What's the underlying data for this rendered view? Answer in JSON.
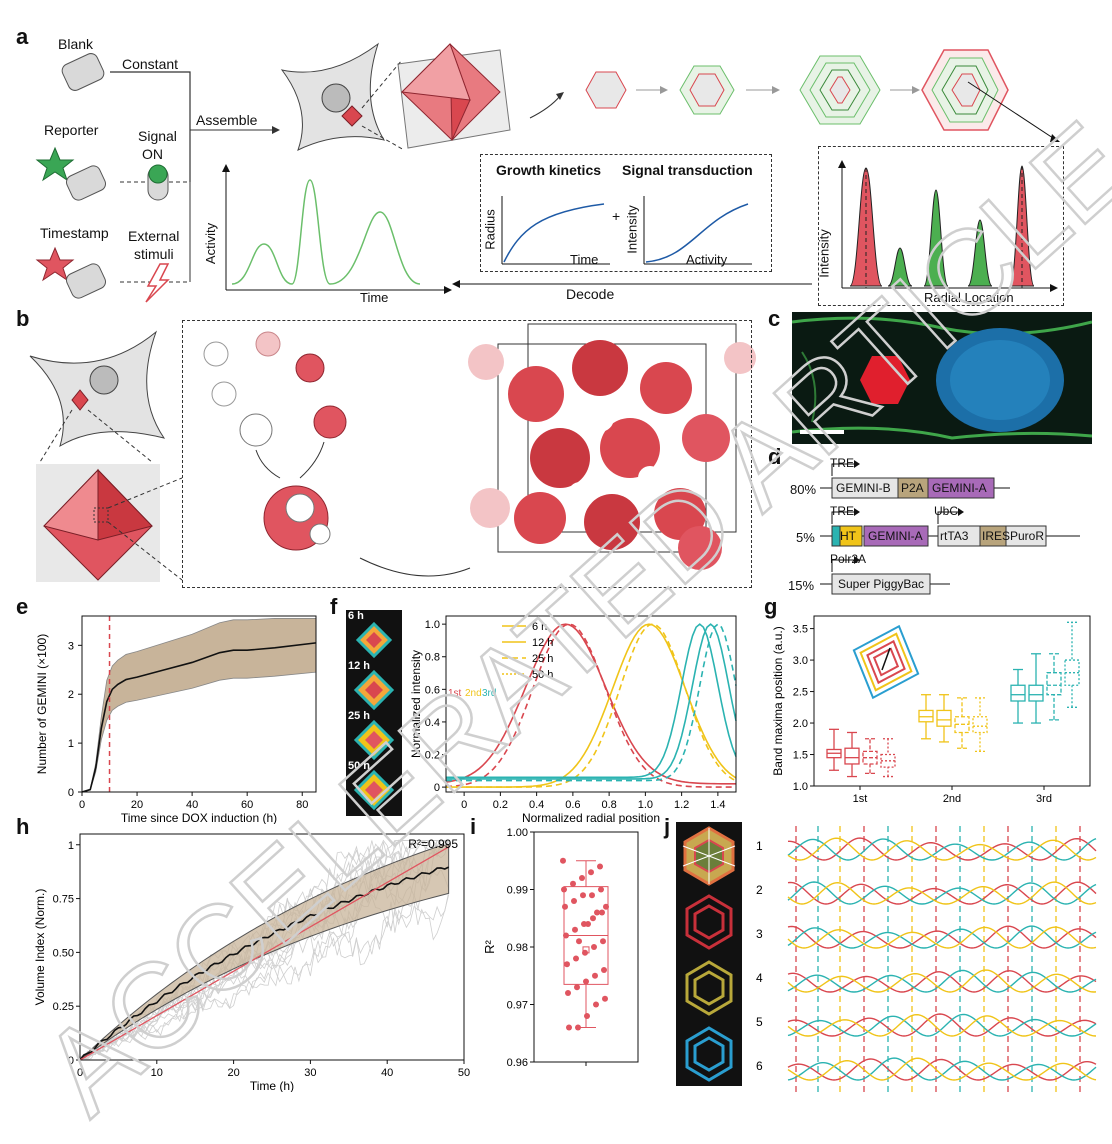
{
  "panel_labels": {
    "a": "a",
    "b": "b",
    "c": "c",
    "d": "d",
    "e": "e",
    "f": "f",
    "g": "g",
    "h": "h",
    "i": "i",
    "j": "j"
  },
  "panel_a": {
    "blank": "Blank",
    "reporter": "Reporter",
    "timestamp": "Timestamp",
    "constant": "Constant",
    "signal_on_1": "Signal",
    "signal_on_2": "ON",
    "external_1": "External",
    "external_2": "stimuli",
    "assemble": "Assemble",
    "decode": "Decode",
    "growth_kinetics": "Growth kinetics",
    "signal_transduction": "Signal transduction",
    "plus": "+",
    "radius": "Radius",
    "time": "Time",
    "intensity": "Intensity",
    "activity": "Activity",
    "activity_axis": "Activity",
    "time_axis": "Time",
    "radial_location": "Radial Location",
    "intensity_axis": "Intensity"
  },
  "panel_d": {
    "rows": [
      {
        "pct": "80%",
        "promoter": "TRE",
        "parts": [
          "GEMINI-B",
          "P2A",
          "GEMINI-A"
        ]
      },
      {
        "pct": "5%",
        "promoter": "TRE",
        "parts": [
          "HT",
          "GEMINI-A",
          "rtTA3",
          "IRES",
          "PuroR"
        ],
        "promoter2": "UbC"
      },
      {
        "pct": "15%",
        "promoter": "Polr2A",
        "parts": [
          "Super PiggyBac"
        ]
      }
    ]
  },
  "colors": {
    "red": "#d9474f",
    "green": "#4caf50",
    "yellow": "#f0c419",
    "teal": "#2bb3b1",
    "tan": "#c8b49a"
  },
  "panel_e": {
    "xlabel": "Time since DOX induction (h)",
    "ylabel": "Number of GEMINI (×100)",
    "xticks": [
      "0",
      "20",
      "40",
      "60",
      "80"
    ],
    "yticks": [
      "0",
      "1",
      "2",
      "3"
    ]
  },
  "panel_f": {
    "time_labels": [
      "6 h",
      "12 h",
      "25 h",
      "50 h"
    ],
    "legend": [
      "6 h",
      "12 h",
      "25 h",
      "50 h"
    ],
    "order_labels": [
      "1st",
      "2nd",
      "3rd"
    ],
    "xlabel": "Normalized radial position",
    "ylabel": "Normalized intensity",
    "xticks": [
      "0",
      "0.2",
      "0.4",
      "0.6",
      "0.8",
      "1.0",
      "1.2",
      "1.4"
    ],
    "yticks": [
      "0",
      "0.2",
      "0.4",
      "0.6",
      "0.8",
      "1.0"
    ]
  },
  "panel_g": {
    "ylabel": "Band maxima position (a.u.)",
    "xticks": [
      "1st",
      "2nd",
      "3rd"
    ],
    "yticks": [
      "1.0",
      "1.5",
      "2.0",
      "2.5",
      "3.0",
      "3.5"
    ]
  },
  "panel_h": {
    "xlabel": "Time (h)",
    "ylabel": "Volume Index (Norm.)",
    "r2": "R²=0.995",
    "xticks": [
      "0",
      "10",
      "20",
      "30",
      "40",
      "50"
    ],
    "yticks": [
      "0",
      "0.25",
      "0.50",
      "0.75",
      "1"
    ]
  },
  "panel_i": {
    "ylabel": "R²",
    "yticks": [
      "0.96",
      "0.97",
      "0.98",
      "0.99",
      "1.00"
    ]
  },
  "panel_j": {
    "rows": [
      "1",
      "2",
      "3",
      "4",
      "5",
      "6"
    ]
  },
  "watermark": "ACCELERATED ARTICLE PREVIEW",
  "chart_data": [
    {
      "type": "line",
      "panel": "e",
      "title": "",
      "xlabel": "Time since DOX induction (h)",
      "ylabel": "Number of GEMINI (×100)",
      "xlim": [
        0,
        85
      ],
      "ylim": [
        0,
        3.6
      ],
      "x": [
        0,
        3,
        5,
        7,
        9,
        11,
        13,
        16,
        20,
        30,
        40,
        50,
        55,
        60,
        70,
        85
      ],
      "series": [
        {
          "values": [
            0,
            0.05,
            0.5,
            1.3,
            1.85,
            2.1,
            2.2,
            2.3,
            2.35,
            2.5,
            2.65,
            2.85,
            2.9,
            2.9,
            2.95,
            3.05
          ]
        }
      ]
    },
    {
      "type": "scatter",
      "panel": "i",
      "ylabel": "R²",
      "ylim": [
        0.96,
        1.0
      ],
      "box": {
        "median": 0.982,
        "q1": 0.9735,
        "q3": 0.9905,
        "min": 0.966,
        "max": 0.995,
        "mean": 0.9795
      }
    }
  ]
}
